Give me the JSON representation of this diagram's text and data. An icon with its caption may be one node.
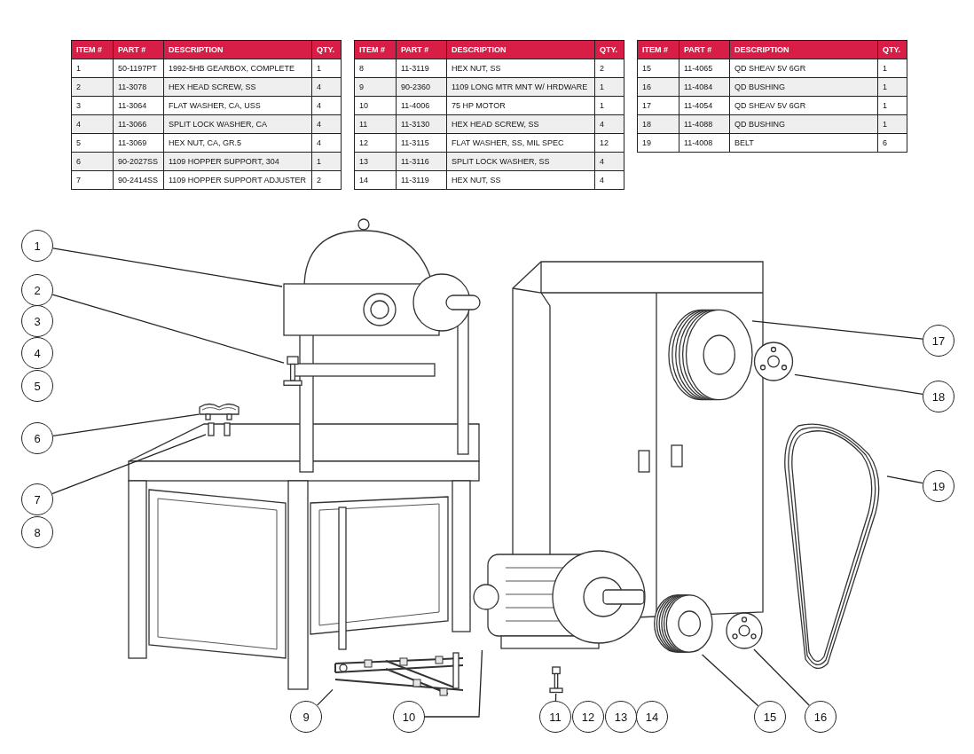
{
  "diagram": {
    "nodes": [
      {
        "text": [
          "1"
        ]
      },
      {
        "text": [
          "2"
        ]
      },
      {
        "text": [
          "3"
        ]
      },
      {
        "text": [
          "4"
        ]
      },
      {
        "text": [
          "5"
        ]
      },
      {
        "text": [
          "6"
        ]
      },
      {
        "text": [
          "7"
        ]
      },
      {
        "text": [
          "8"
        ]
      },
      {
        "text": [
          "9"
        ]
      },
      {
        "text": [
          "10"
        ]
      },
      {
        "text": [
          "11"
        ]
      },
      {
        "text": [
          "12"
        ]
      },
      {
        "text": [
          "13"
        ]
      },
      {
        "text": [
          "14"
        ]
      },
      {
        "text": [
          "15"
        ]
      },
      {
        "text": [
          "16"
        ]
      },
      {
        "text": [
          "17"
        ]
      },
      {
        "text": [
          "18"
        ]
      },
      {
        "text": [
          "19"
        ]
      },
      {
        "text": [],
        "shape": "picture"
      },
      {
        "text": [],
        "shape": "picture"
      },
      {
        "text": [],
        "shape": "picture"
      },
      {
        "text": [],
        "shape": "picture"
      },
      {
        "text": [],
        "shape": "picture"
      },
      {
        "text": [],
        "shape": "picture"
      },
      {
        "text": [],
        "shape": "picture"
      },
      {
        "text": [],
        "shape": "picture"
      },
      {
        "text": [],
        "shape": "picture"
      },
      {
        "text": [],
        "shape": "picture"
      },
      {
        "text": [],
        "shape": "picture"
      },
      {
        "text": [],
        "shape": "picture"
      }
    ],
    "edges": [
      {
        "from": 0,
        "to": 19,
        "arrow": "none"
      },
      {
        "from": 1,
        "to": 20,
        "arrow": "none"
      },
      {
        "from": 5,
        "to": 21,
        "arrow": "none"
      },
      {
        "from": 6,
        "to": 22,
        "arrow": "none"
      },
      {
        "from": 8,
        "to": 23,
        "arrow": "none"
      },
      {
        "from": 9,
        "to": 24,
        "arrow": "none"
      },
      {
        "from": 10,
        "to": 25,
        "arrow": "none"
      },
      {
        "from": 14,
        "to": 26,
        "arrow": "none"
      },
      {
        "from": 15,
        "to": 27,
        "arrow": "none"
      },
      {
        "from": 16,
        "to": 28,
        "arrow": "none"
      },
      {
        "from": 17,
        "to": 29,
        "arrow": "none"
      },
      {
        "from": 18,
        "to": 30,
        "arrow": "none"
      }
    ],
    "labels": [
      "ITEM #",
      "PART #",
      "DESCRIPTION",
      "QTY.",
      "1",
      "50-1197PT",
      "1992-5HB GEARBOX, COMPLETE",
      "1",
      "2",
      "11-3078",
      "HEX HEAD SCREW, SS",
      "4",
      "3",
      "11-3064",
      "FLAT WASHER, CA, USS",
      "4",
      "4",
      "11-3066",
      "SPLIT LOCK WASHER, CA",
      "4",
      "5",
      "11-3069",
      "HEX NUT, CA, GR.5",
      "4",
      "6",
      "90-2027SS",
      "1109 HOPPER SUPPORT, 304",
      "1",
      "7",
      "90-2414SS",
      "1109 HOPPER SUPPORT ADJUSTER",
      "2",
      "ITEM #",
      "PART #",
      "DESCRIPTION",
      "QTY.",
      "8",
      "11-3119",
      "HEX NUT, SS",
      "2",
      "9",
      "90-2360",
      "1109 LONG MTR MNT W/ HRDWARE",
      "1",
      "10",
      "11-4006",
      "75 HP MOTOR",
      "1",
      "11",
      "11-3130",
      "HEX HEAD SCREW, SS",
      "4",
      "12",
      "11-3115",
      "FLAT WASHER, SS, MIL SPEC",
      "12",
      "13",
      "11-3116",
      "SPLIT LOCK WASHER, SS",
      "4",
      "14",
      "11-3119",
      "HEX NUT, SS",
      "4",
      "ITEM #",
      "PART #",
      "DESCRIPTION",
      "QTY.",
      "15",
      "11-4065",
      "QD SHEAV 5V 6GR",
      "1",
      "16",
      "11-4084",
      "QD BUSHING",
      "1",
      "17",
      "11-4054",
      "QD SHEAV 5V 6GR",
      "1",
      "18",
      "11-4088",
      "QD BUSHING",
      "1",
      "19",
      "11-4008",
      "BELT",
      "6"
    ]
  }
}
